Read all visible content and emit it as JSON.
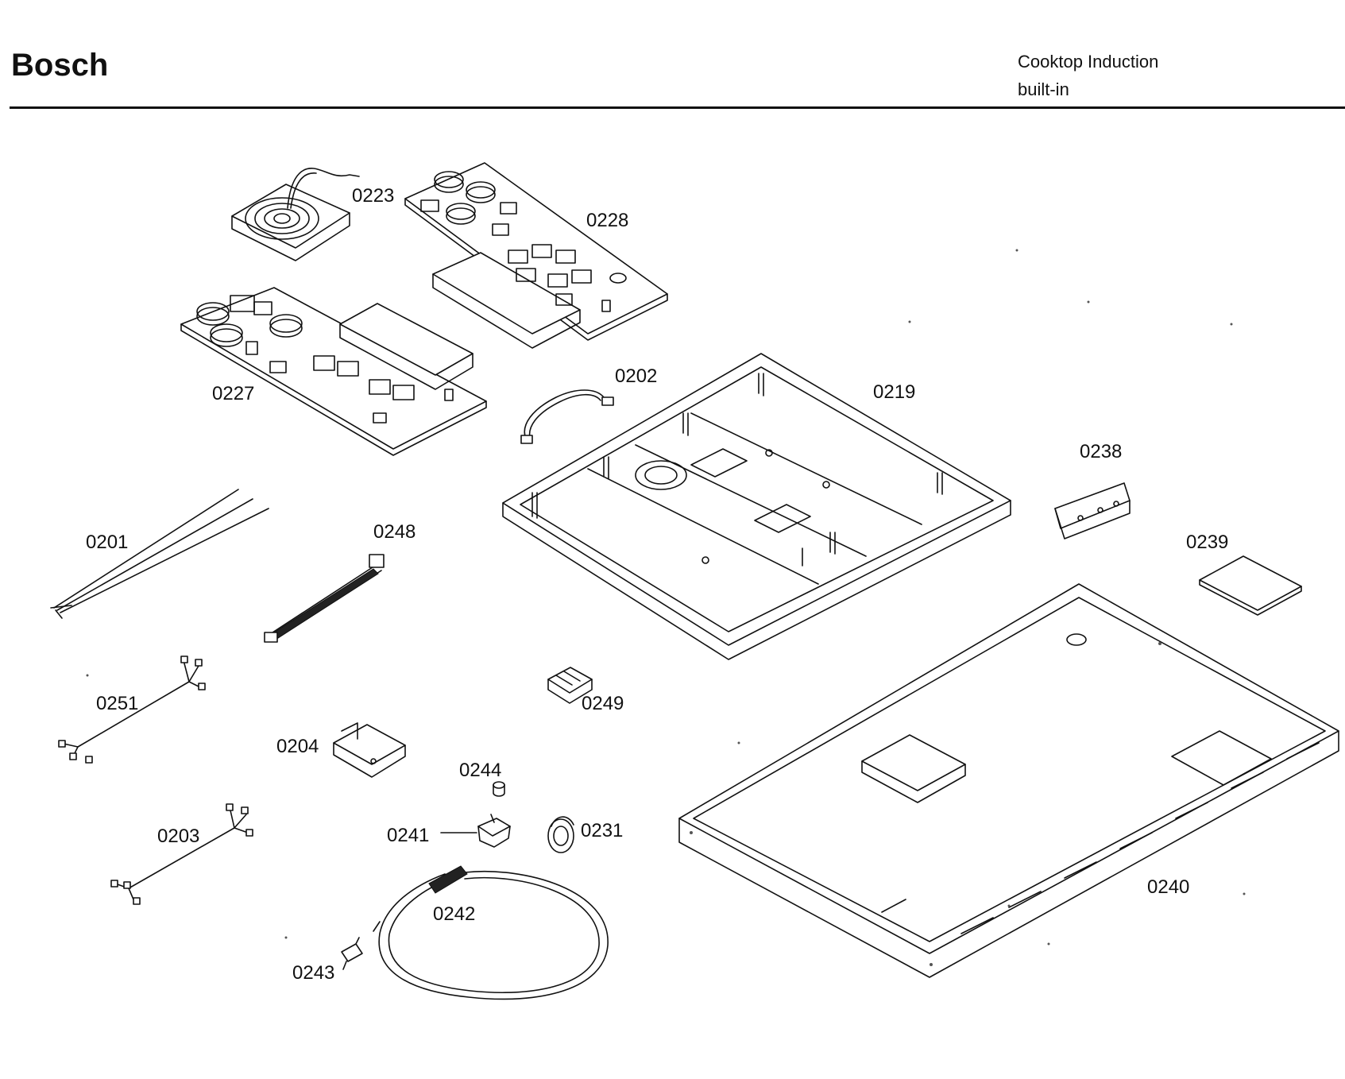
{
  "header": {
    "brand": "Bosch",
    "product_line1": "Cooktop Induction",
    "product_line2": "built-in"
  },
  "parts": [
    {
      "id": "p0223",
      "label": "0223"
    },
    {
      "id": "p0228",
      "label": "0228"
    },
    {
      "id": "p0227",
      "label": "0227"
    },
    {
      "id": "p0202",
      "label": "0202"
    },
    {
      "id": "p0219",
      "label": "0219"
    },
    {
      "id": "p0238",
      "label": "0238"
    },
    {
      "id": "p0201",
      "label": "0201"
    },
    {
      "id": "p0248",
      "label": "0248"
    },
    {
      "id": "p0239",
      "label": "0239"
    },
    {
      "id": "p0251",
      "label": "0251"
    },
    {
      "id": "p0249",
      "label": "0249"
    },
    {
      "id": "p0204",
      "label": "0204"
    },
    {
      "id": "p0244",
      "label": "0244"
    },
    {
      "id": "p0203",
      "label": "0203"
    },
    {
      "id": "p0241",
      "label": "0241"
    },
    {
      "id": "p0231",
      "label": "0231"
    },
    {
      "id": "p0240",
      "label": "0240"
    },
    {
      "id": "p0242",
      "label": "0242"
    },
    {
      "id": "p0243",
      "label": "0243"
    }
  ]
}
